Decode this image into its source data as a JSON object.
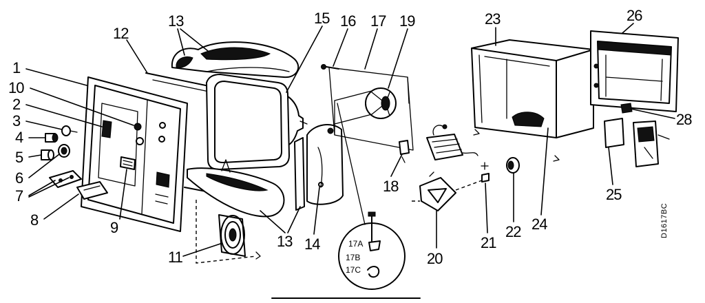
{
  "diagram": {
    "line_color": "#000000",
    "background_color": "#ffffff",
    "callouts": {
      "c1": "1",
      "c10": "10",
      "c2": "2",
      "c3": "3",
      "c4": "4",
      "c5": "5",
      "c6": "6",
      "c7": "7",
      "c8": "8",
      "c9": "9",
      "c11": "11",
      "c12": "12",
      "c13_top": "13",
      "c13_bottom": "13",
      "c14": "14",
      "c15": "15",
      "c16": "16",
      "c17": "17",
      "c17a": "17A",
      "c17b": "17B",
      "c17c": "17C",
      "c18": "18",
      "c19": "19",
      "c20": "20",
      "c21": "21",
      "c22": "22",
      "c23": "23",
      "c24": "24",
      "c25": "25",
      "c26": "26",
      "c28": "28"
    },
    "drawing_number": "D1617BC"
  }
}
